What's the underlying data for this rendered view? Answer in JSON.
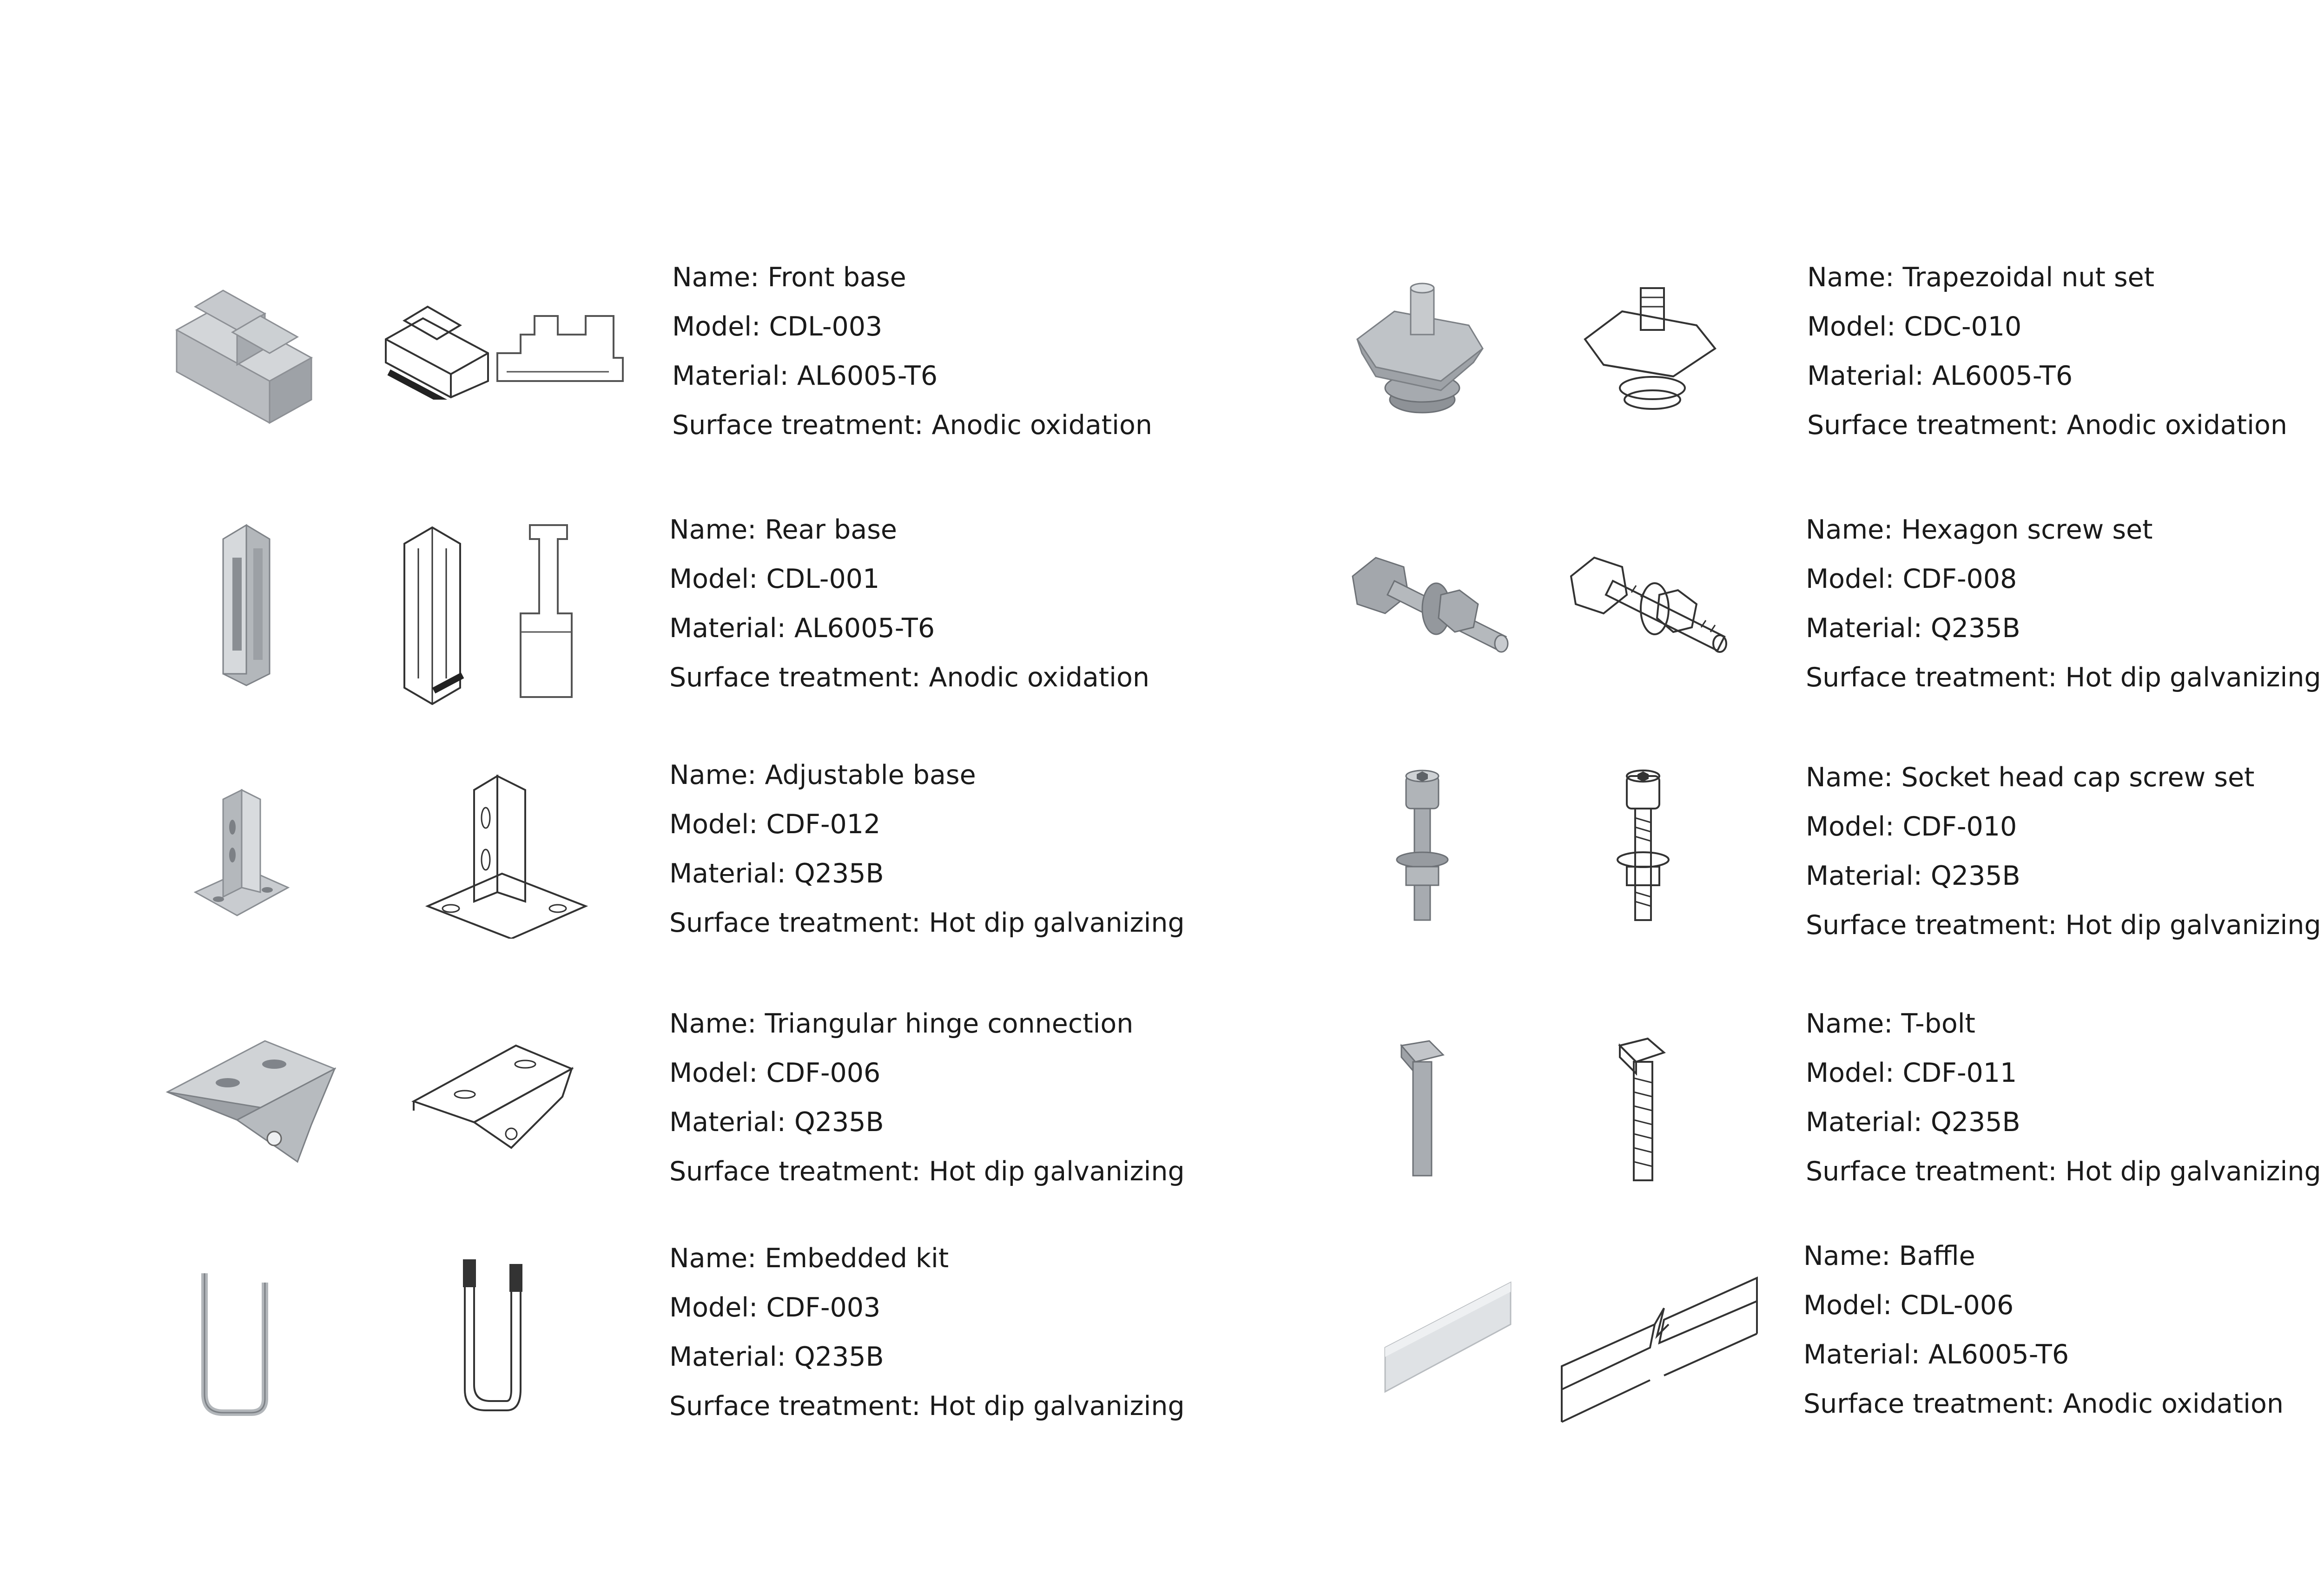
{
  "items": [
    {
      "name": "Name: Front base",
      "model": "Model: CDL-003",
      "material": "Material: AL6005-T6",
      "surface": "Surface treatment: Anodic oxidation",
      "icon": "extrusion-profile-icon"
    },
    {
      "name": "Name: Rear base",
      "model": "Model: CDL-001",
      "material": "Material: AL6005-T6",
      "surface": "Surface treatment: Anodic oxidation",
      "icon": "tall-extrusion-icon"
    },
    {
      "name": "Name: Adjustable base",
      "model": "Model: CDF-012",
      "material": "Material: Q235B",
      "surface": "Surface treatment: Hot dip galvanizing",
      "icon": "channel-bracket-icon"
    },
    {
      "name": "Name: Triangular hinge connection",
      "model": "Model: CDF-006",
      "material": "Material: Q235B",
      "surface": "Surface treatment: Hot dip galvanizing",
      "icon": "triangular-bracket-icon"
    },
    {
      "name": "Name: Embedded kit",
      "model": "Model: CDF-003",
      "material": "Material: Q235B",
      "surface": "Surface treatment: Hot dip galvanizing",
      "icon": "u-bolt-icon"
    },
    {
      "name": "Name: Trapezoidal nut set",
      "model": "Model: CDC-010",
      "material": "Material: AL6005-T6",
      "surface": "Surface treatment: Anodic oxidation",
      "icon": "trapezoid-nut-icon"
    },
    {
      "name": "Name: Hexagon screw set",
      "model": "Model: CDF-008",
      "material": "Material: Q235B",
      "surface": "Surface treatment: Hot dip galvanizing",
      "icon": "hex-bolt-icon"
    },
    {
      "name": "Name: Socket head cap screw set",
      "model": "Model: CDF-010",
      "material": "Material: Q235B",
      "surface": "Surface treatment: Hot dip galvanizing",
      "icon": "socket-cap-screw-icon"
    },
    {
      "name": "Name: T-bolt",
      "model": "Model: CDF-011",
      "material": "Material: Q235B",
      "surface": "Surface treatment: Hot dip galvanizing",
      "icon": "t-bolt-icon"
    },
    {
      "name": "Name: Baffle",
      "model": "Model: CDL-006",
      "material": "Material: AL6005-T6",
      "surface": "Surface treatment: Anodic oxidation",
      "icon": "baffle-plate-icon"
    }
  ]
}
